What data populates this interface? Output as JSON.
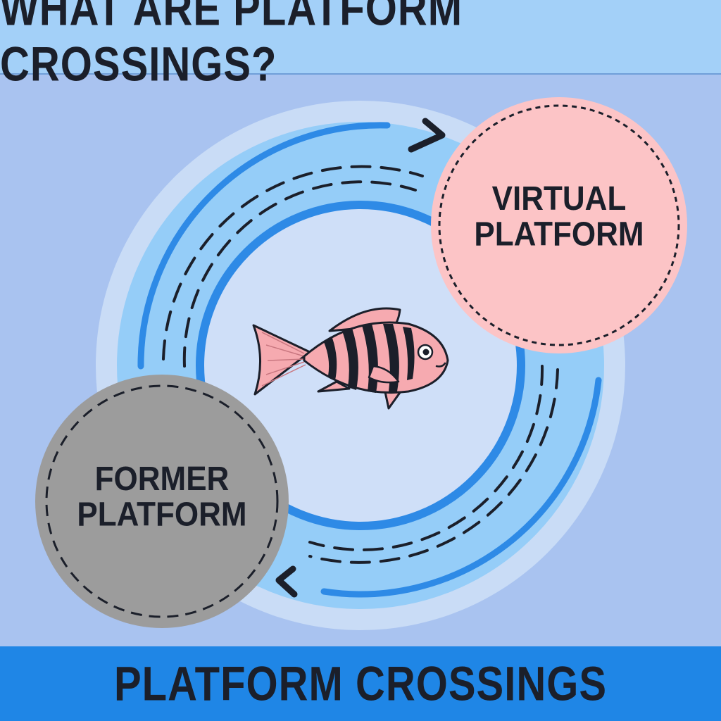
{
  "header": {
    "title": "WHAT ARE PLATFORM CROSSINGS?"
  },
  "nodes": {
    "virtual": {
      "line1": "VIRTUAL",
      "line2": "PLATFORM"
    },
    "former": {
      "line1": "FORMER",
      "line2": "PLATFORM"
    }
  },
  "footer": {
    "label": "PLATFORM CROSSINGS"
  },
  "colors": {
    "background": "#a9c3f0",
    "header": "#a3d0f8",
    "footer": "#1f86e6",
    "ring": "#95cdf8",
    "ring_edge": "#2e8ae6",
    "virtual_node": "#fcc4c6",
    "former_node": "#9c9c9c",
    "text": "#1b1f2a"
  },
  "icons": {
    "center": "fish-icon"
  }
}
